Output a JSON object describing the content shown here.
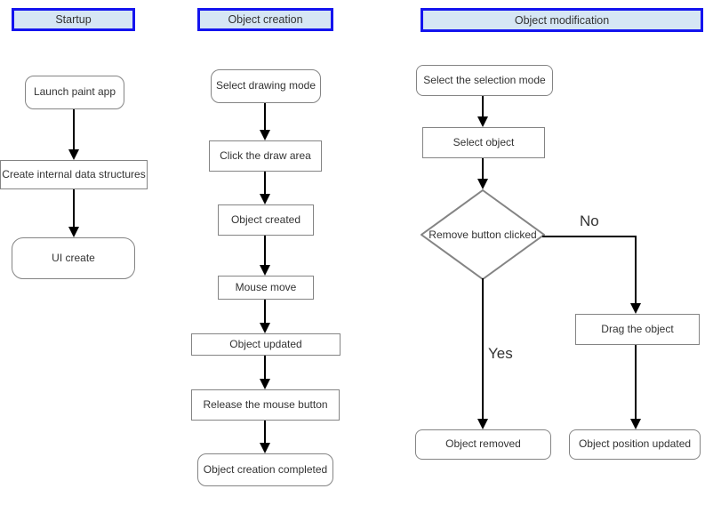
{
  "diagram": {
    "columns": [
      {
        "header": "Startup",
        "nodes": [
          {
            "label": "Launch paint app",
            "shape": "rounded"
          },
          {
            "label": "Create internal data structures",
            "shape": "rect"
          },
          {
            "label": "UI create",
            "shape": "rounded"
          }
        ],
        "edges": [
          {
            "from": "Launch paint app",
            "to": "Create internal data structures"
          },
          {
            "from": "Create internal data structures",
            "to": "UI create"
          }
        ]
      },
      {
        "header": "Object creation",
        "nodes": [
          {
            "label": "Select drawing mode",
            "shape": "rounded"
          },
          {
            "label": "Click the draw area",
            "shape": "rect"
          },
          {
            "label": "Object created",
            "shape": "rect"
          },
          {
            "label": "Mouse move",
            "shape": "rect"
          },
          {
            "label": "Object updated",
            "shape": "rect"
          },
          {
            "label": "Release the mouse button",
            "shape": "rect"
          },
          {
            "label": "Object creation completed",
            "shape": "rounded"
          }
        ],
        "edges": [
          {
            "from": "Select drawing mode",
            "to": "Click the draw area"
          },
          {
            "from": "Click the draw area",
            "to": "Object created"
          },
          {
            "from": "Object created",
            "to": "Mouse move"
          },
          {
            "from": "Mouse move",
            "to": "Object updated"
          },
          {
            "from": "Object updated",
            "to": "Release the mouse button"
          },
          {
            "from": "Release the mouse button",
            "to": "Object creation completed"
          }
        ]
      },
      {
        "header": "Object modification",
        "nodes": [
          {
            "label": "Select the selection mode",
            "shape": "rounded"
          },
          {
            "label": "Select object",
            "shape": "rect"
          },
          {
            "label": "Remove button clicked",
            "shape": "diamond"
          },
          {
            "label": "Object removed",
            "shape": "rounded"
          },
          {
            "label": "Drag the object",
            "shape": "rect"
          },
          {
            "label": "Object position updated",
            "shape": "rounded"
          }
        ],
        "edges": [
          {
            "from": "Select the selection mode",
            "to": "Select object"
          },
          {
            "from": "Select object",
            "to": "Remove button clicked"
          },
          {
            "from": "Remove button clicked",
            "to": "Object removed",
            "label": "Yes"
          },
          {
            "from": "Remove button clicked",
            "to": "Drag the object",
            "label": "No"
          },
          {
            "from": "Drag the object",
            "to": "Object position updated"
          }
        ]
      }
    ],
    "branch_labels": {
      "yes": "Yes",
      "no": "No"
    }
  },
  "colors": {
    "header_fill": "#d6e6f4",
    "header_border": "#1414ee",
    "node_fill": "#ffffff",
    "node_border": "#848484",
    "text": "#333333",
    "arrow": "#000000"
  }
}
